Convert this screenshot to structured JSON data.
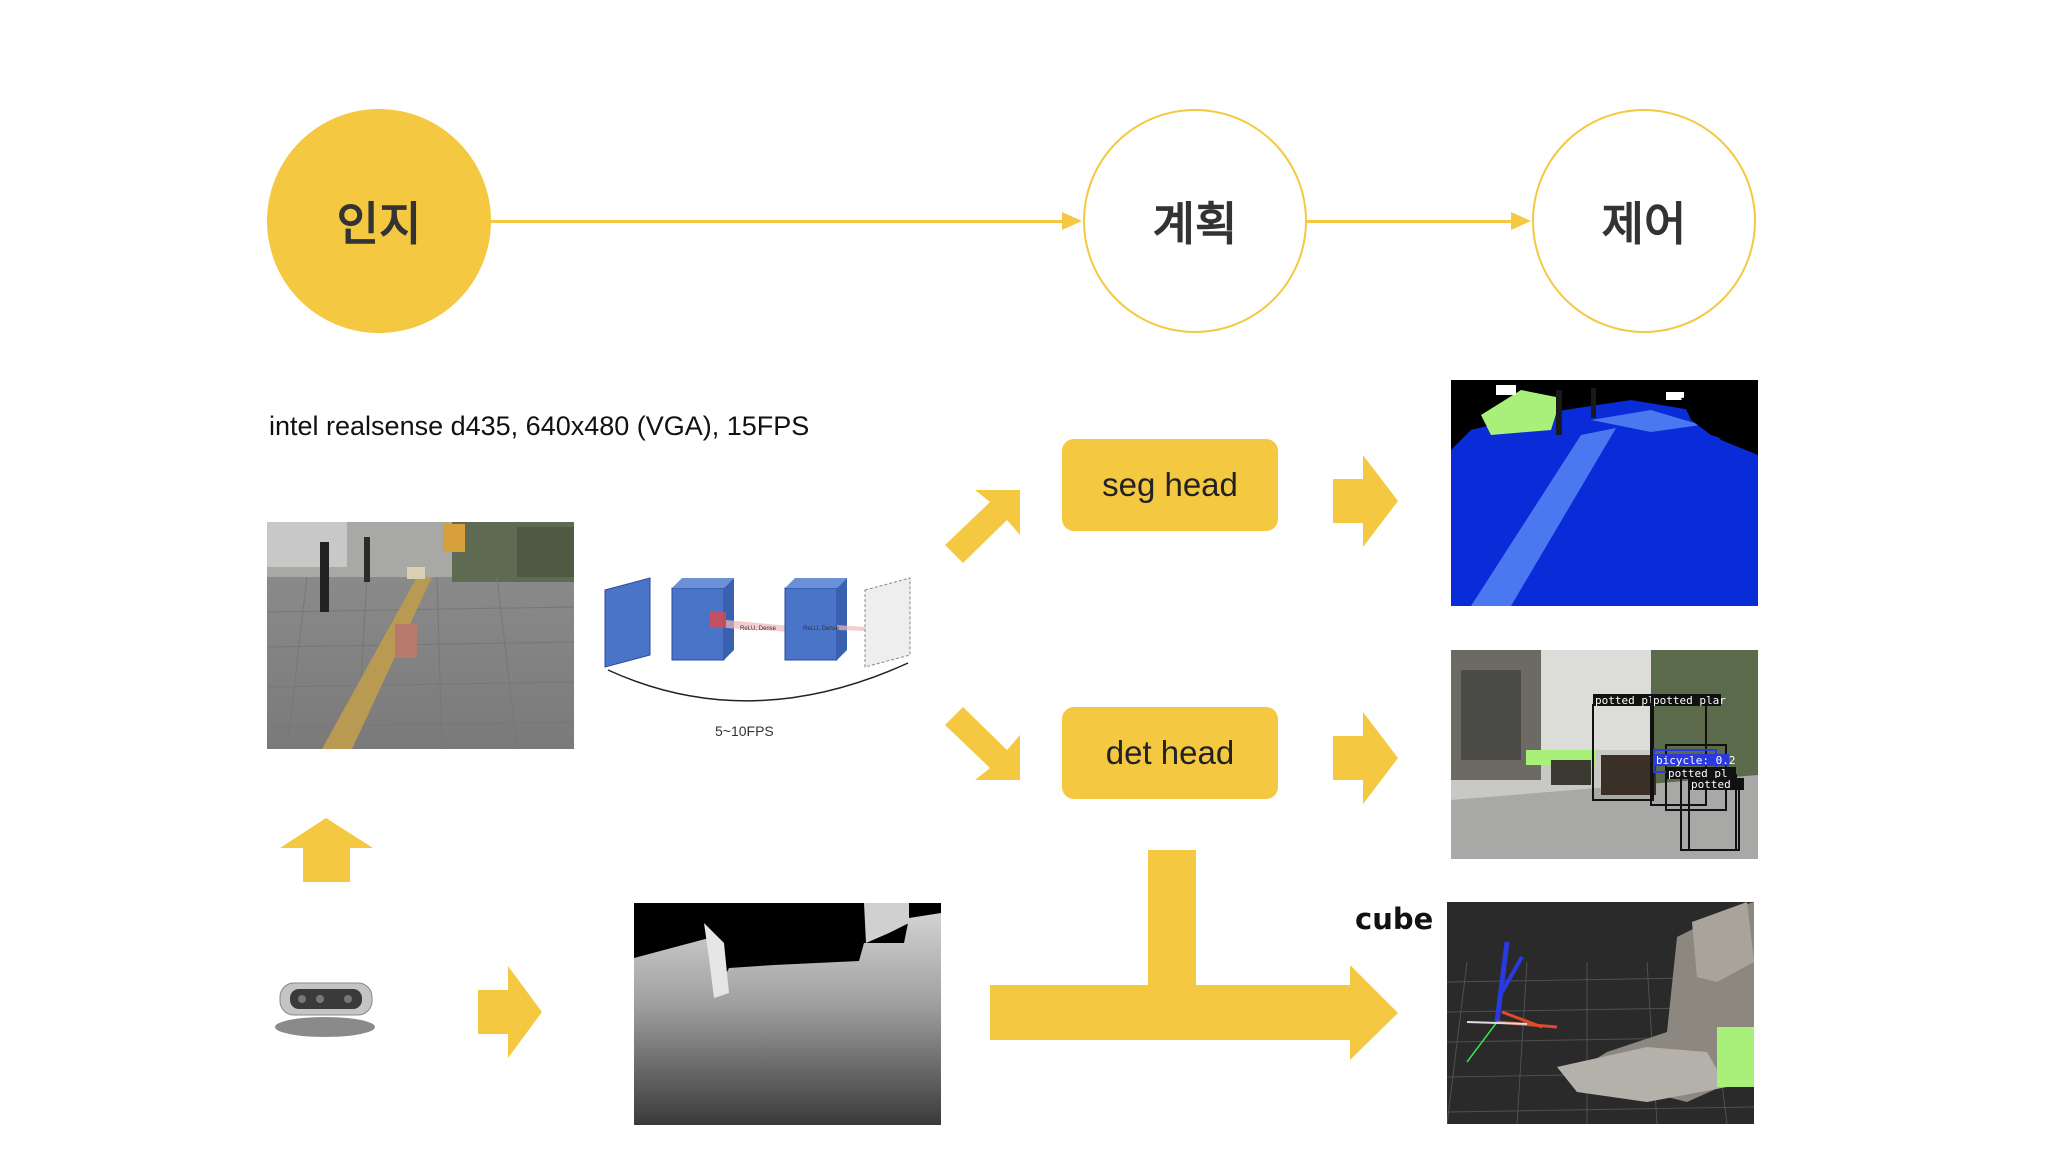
{
  "stages": {
    "perception": "인지",
    "planning": "계획",
    "control": "제어"
  },
  "sensor_caption": "intel realsense d435, 640x480 (VGA), 15FPS",
  "network_caption": "5~10FPS",
  "heads": {
    "seg": "seg head",
    "det": "det head"
  },
  "cube_label": "cube",
  "network_diagram_labels": [
    "ReLU, Dense",
    "ReLU, Dense"
  ],
  "detection_labels": [
    "potted pl",
    "potted plar",
    "bicycle: 0.2",
    "potted pl",
    "potted"
  ],
  "colors": {
    "accent": "#f5c842",
    "seg_background": "#0a2cd8",
    "seg_road": "#4a78f0",
    "seg_vegetation": "#a8f07a",
    "depth_far": "#000000"
  }
}
